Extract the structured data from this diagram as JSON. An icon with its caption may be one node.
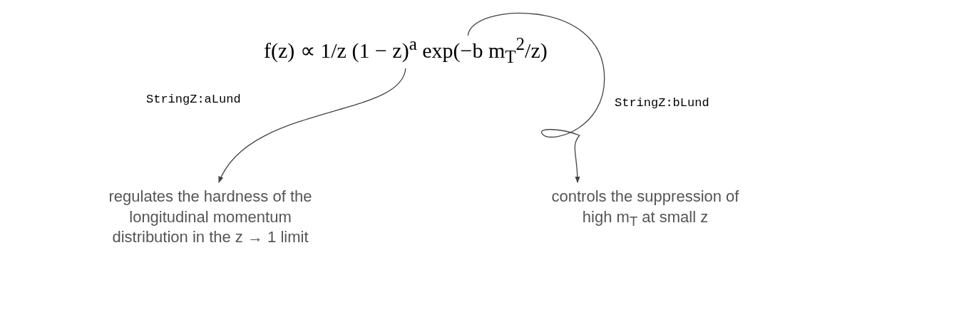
{
  "diagram": {
    "nodes": [
      {
        "text": [
          "f(z) ∝ 1/z (1 − z)$^{a}$ exp(−b m$_{T}$$^{2}$/z)"
        ]
      },
      {
        "text": [
          "regulates the hardness of the longitudinal momentum distribution in the z → 1 limit"
        ]
      },
      {
        "text": [
          "controls the suppression of high m$_{T}$ at small z"
        ]
      }
    ],
    "edges": [
      {
        "from": 0,
        "to": 1,
        "arrow": "to",
        "label": "StringZ:aLund"
      },
      {
        "from": 0,
        "to": 2,
        "arrow": "to",
        "label": "StringZ:bLund"
      }
    ]
  }
}
